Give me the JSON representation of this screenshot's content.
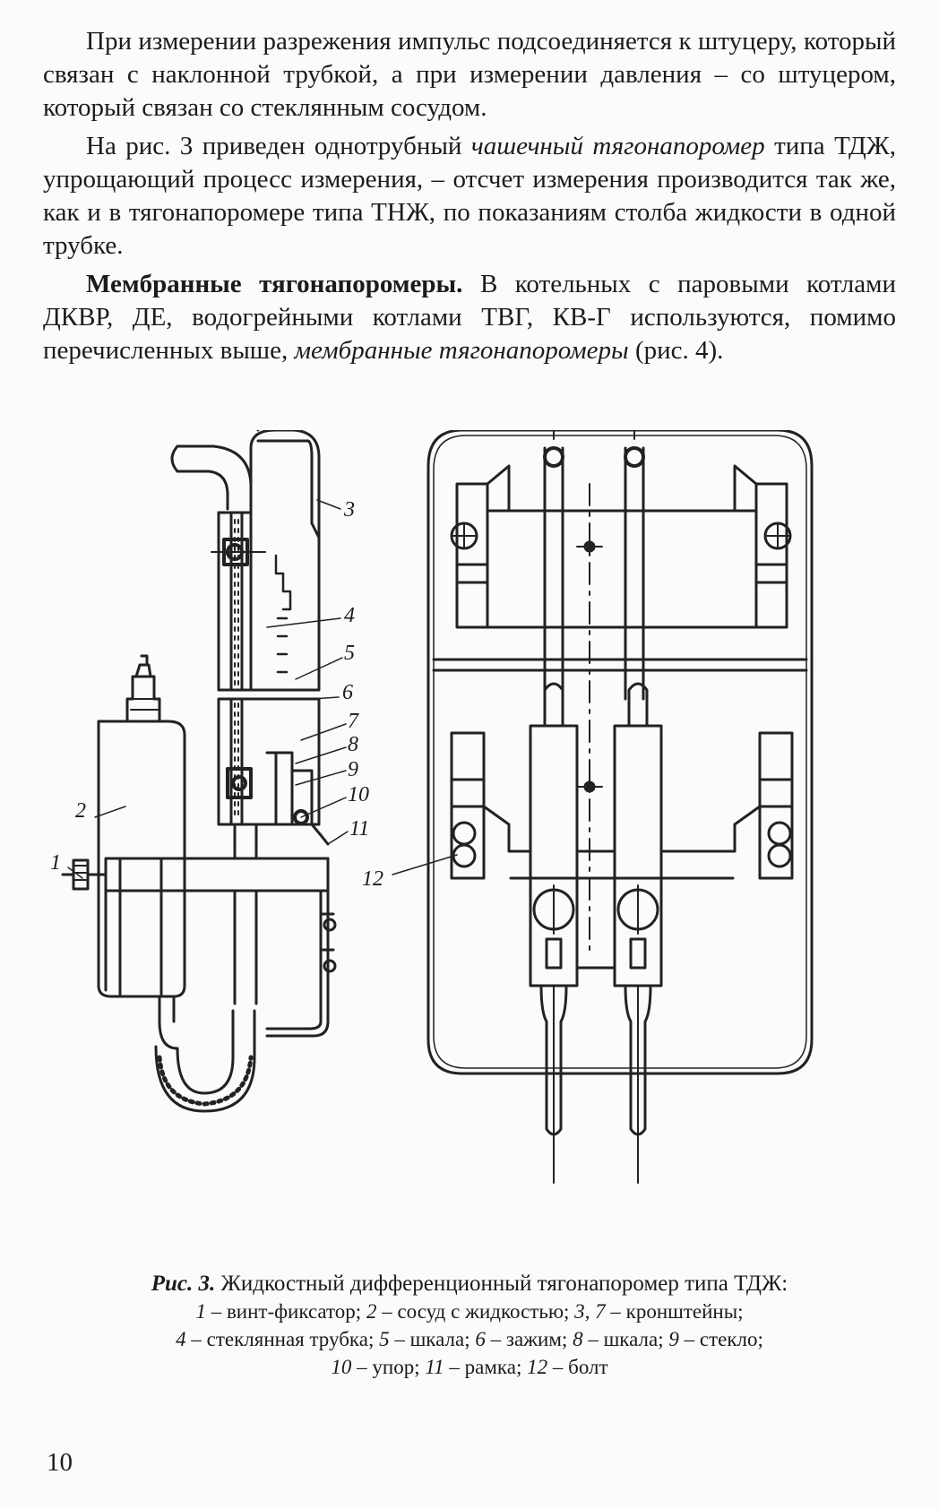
{
  "paragraphs": [
    {
      "text": "При измерении разрежения импульс подсоединяется к штуцеру, который связан с наклонной трубкой, а при измерении давления – со штуцером, который связан со стеклянным сосудом."
    },
    {
      "before": "На рис. 3 приведен однотрубный ",
      "italic": "чашечный тягонапоромер",
      "after": " типа ТДЖ, упрощающий процесс измерения, – отсчет измерения производится так же, как и в тягонапоромере типа ТНЖ, по показаниям столба жидкости в одной трубке."
    },
    {
      "bold": "Мембранные тягонапоромеры.",
      "before": " В котельных с паровыми котлами ДКВР, ДЕ, водогрейными котлами ТВГ, КВ-Г используются, помимо перечисленных выше, ",
      "italic": "мембранные тягонапоромеры",
      "after": " (рис. 4)."
    }
  ],
  "figure": {
    "callouts": [
      "1",
      "2",
      "3",
      "4",
      "5",
      "6",
      "7",
      "8",
      "9",
      "10",
      "11",
      "12"
    ]
  },
  "caption": {
    "label": "Рис. 3.",
    "title": " Жидкостный дифференционный тягонапоромер типа ТДЖ:",
    "legend": [
      {
        "num": "1",
        "text": " – винт-фиксатор; "
      },
      {
        "num": "2",
        "text": " – сосуд с жидкостью; "
      },
      {
        "num": "3, 7",
        "text": " – кронштейны;"
      },
      {
        "num": "4",
        "text": " – стеклянная трубка; "
      },
      {
        "num": "5",
        "text": " – шкала; "
      },
      {
        "num": "6",
        "text": " – зажим; "
      },
      {
        "num": "8",
        "text": " – шкала; "
      },
      {
        "num": "9",
        "text": " – стекло;"
      },
      {
        "num": "10",
        "text": " – упор; "
      },
      {
        "num": "11",
        "text": " – рамка; "
      },
      {
        "num": "12",
        "text": " – болт"
      }
    ]
  },
  "page_number": "10"
}
